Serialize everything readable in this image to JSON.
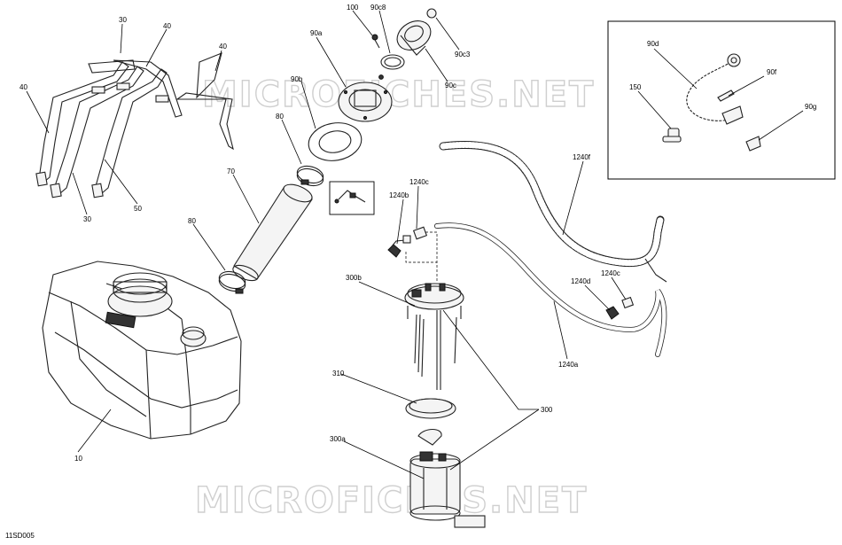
{
  "diagram_code": "11SD005",
  "watermark": "MICROFICHES.NET",
  "callouts": {
    "c10": "10",
    "c30a": "30",
    "c30b": "30",
    "c40a": "40",
    "c40b": "40",
    "c40c": "40",
    "c50": "50",
    "c70": "70",
    "c80a": "80",
    "c80b": "80",
    "c90a": "90a",
    "c90b": "90b",
    "c90c": "90c",
    "c90c3": "90c3",
    "c90c8": "90c8",
    "c90d": "90d",
    "c90f": "90f",
    "c90g": "90g",
    "c100": "100",
    "c150": "150",
    "c300": "300",
    "c300a": "300a",
    "c300b": "300b",
    "c310": "310",
    "c1240a": "1240a",
    "c1240b": "1240b",
    "c1240c1": "1240c",
    "c1240c2": "1240c",
    "c1240d": "1240d",
    "c1240f": "1240f"
  }
}
